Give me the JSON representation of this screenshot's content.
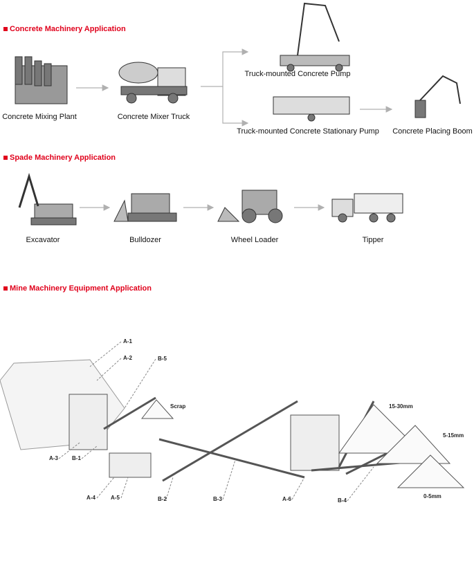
{
  "sections": [
    {
      "title": "Concrete Machinery Application",
      "items": [
        "Concrete Mixing Plant",
        "Concrete Mixer Truck",
        "Truck-mounted Concrete Pump",
        "Truck-mounted Concrete Stationary Pump",
        "Concrete Placing Boom"
      ]
    },
    {
      "title": "Spade Machinery Application",
      "items": [
        "Excavator",
        "Bulldozer",
        "Wheel Loader",
        "Tipper"
      ]
    },
    {
      "title": "Mine Machinery Equipment Application",
      "labels": [
        "A-1",
        "A-2",
        "B-5",
        "Scrap",
        "15-30mm",
        "5-15mm",
        "0-5mm",
        "A-3",
        "B-1",
        "A-4",
        "A-5",
        "B-2",
        "B-3",
        "A-6",
        "B-4"
      ]
    }
  ],
  "colors": {
    "accent": "#e0001b",
    "arrow": "#b0b0b0"
  }
}
